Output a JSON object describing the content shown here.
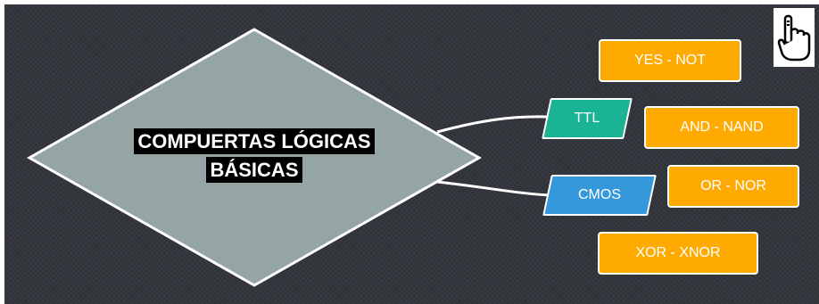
{
  "diagram": {
    "main_topic": {
      "line1": "COMPUERTAS LÓGICAS",
      "line2": "BÁSICAS"
    },
    "branches": [
      {
        "label": "TTL",
        "color": "#1ab394"
      },
      {
        "label": "CMOS",
        "color": "#3498db"
      }
    ],
    "gates": [
      {
        "label": "YES - NOT"
      },
      {
        "label": "AND - NAND"
      },
      {
        "label": "OR - NOR"
      },
      {
        "label": "XOR - XNOR"
      }
    ],
    "colors": {
      "background": "#2e3137",
      "diamond_fill": "#95a5a6",
      "gate_fill": "#ffaa00",
      "connector": "#ffffff"
    }
  },
  "overlay": {
    "cursor_icon": "hand-pointer-icon"
  }
}
